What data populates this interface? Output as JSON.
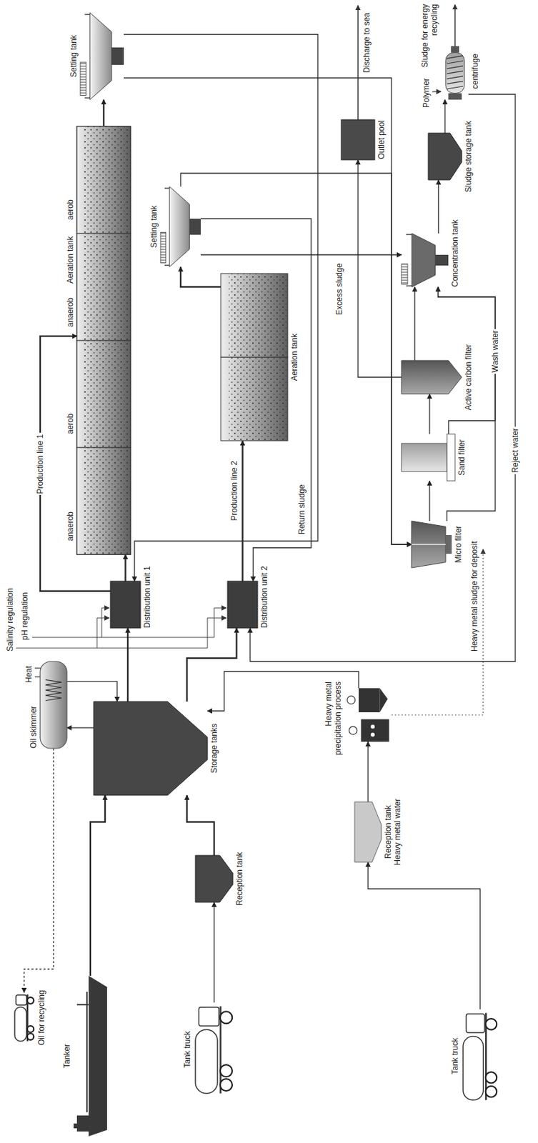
{
  "diagram": {
    "nodes": [
      {
        "text": [
          "Oil for recycling"
        ]
      },
      {
        "text": [
          "Tanker"
        ]
      },
      {
        "text": [
          "Tank truck"
        ]
      },
      {
        "text": [
          "Reception tank"
        ]
      },
      {
        "text": [
          "Storage tanks"
        ]
      },
      {
        "text": [
          "Oil skimmer"
        ]
      },
      {
        "text": [
          "Heavy metal precipitation process"
        ]
      },
      {
        "text": [
          "Reception tank Heavy metal water"
        ]
      },
      {
        "text": [
          "Tank truck"
        ]
      },
      {
        "text": [
          "Distribution unit 1"
        ]
      },
      {
        "text": [
          "Distribution unit 2"
        ]
      },
      {
        "text": [
          "Aeration tank"
        ]
      },
      {
        "text": [
          "anaerob"
        ],
        "in": 11
      },
      {
        "text": [
          "aerob"
        ],
        "in": 11
      },
      {
        "text": [
          "anaerob"
        ],
        "in": 11
      },
      {
        "text": [
          "aerob"
        ],
        "in": 11
      },
      {
        "text": [
          "Setting tank"
        ]
      },
      {
        "text": [
          "Aeration tank"
        ]
      },
      {
        "text": [
          "Setting tank"
        ]
      },
      {
        "text": [
          "Micro filter"
        ]
      },
      {
        "text": [
          "Sand filter"
        ]
      },
      {
        "text": [
          "Active carbon filter"
        ]
      },
      {
        "text": [
          "Outlet pool"
        ]
      },
      {
        "text": [
          "Concentration tank"
        ]
      },
      {
        "text": [
          "Sludge storage tank"
        ]
      },
      {
        "text": [
          "centrifuge"
        ]
      }
    ],
    "edges": [
      {
        "from": 1,
        "to": 4,
        "arrow": "to"
      },
      {
        "from": 2,
        "to": 3,
        "arrow": "to"
      },
      {
        "from": 3,
        "to": 4,
        "arrow": "to"
      },
      {
        "from": 8,
        "to": 7,
        "arrow": "to"
      },
      {
        "from": 7,
        "to": 6,
        "arrow": "to"
      },
      {
        "from": 6,
        "to": 4,
        "arrow": "to"
      },
      {
        "from": 4,
        "to": 5,
        "arrow": "to"
      },
      {
        "from": 5,
        "to": 0,
        "arrow": "to"
      },
      {
        "from": 5,
        "to": 4,
        "arrow": "to"
      },
      {
        "from": 4,
        "to": 9,
        "arrow": "to"
      },
      {
        "from": 4,
        "to": 10,
        "arrow": "to"
      },
      {
        "from": 9,
        "to": 12,
        "arrow": "to"
      },
      {
        "from": 9,
        "to": 14,
        "label": "Production line 1",
        "arrow": "to"
      },
      {
        "from": 15,
        "to": 16,
        "arrow": "to"
      },
      {
        "from": 10,
        "to": 17,
        "label": "Production line 2",
        "arrow": "to"
      },
      {
        "from": 17,
        "to": 18,
        "arrow": "to"
      },
      {
        "from": 16,
        "to": 9,
        "arrow": "to"
      },
      {
        "from": 18,
        "to": 10,
        "arrow": "to"
      },
      {
        "from": 16,
        "to": 19,
        "arrow": "to"
      },
      {
        "from": 18,
        "to": 19,
        "arrow": "to"
      },
      {
        "from": 18,
        "to": 23,
        "arrow": "to"
      },
      {
        "from": 19,
        "to": 20,
        "arrow": "to"
      },
      {
        "from": 20,
        "to": 21,
        "arrow": "to"
      },
      {
        "from": 21,
        "to": 22,
        "arrow": "to"
      },
      {
        "from": 19,
        "to": 23,
        "arrow": "to"
      },
      {
        "from": 20,
        "to": 23,
        "arrow": "to"
      },
      {
        "from": 21,
        "to": 23,
        "arrow": "to"
      },
      {
        "from": 23,
        "to": 24,
        "arrow": "to"
      },
      {
        "from": 24,
        "to": 25,
        "arrow": "to"
      },
      {
        "from": 25,
        "to": 10,
        "arrow": "to"
      }
    ],
    "labels": [
      "Heat",
      "Salinity regulation",
      "pH regulation",
      "Return sludge",
      "Excess sludge",
      "Discharge to sea",
      "Wash water",
      "Reject water",
      "Polymer",
      "Sludge for energy recycling",
      "Heavy metal sludge for deposit"
    ]
  }
}
